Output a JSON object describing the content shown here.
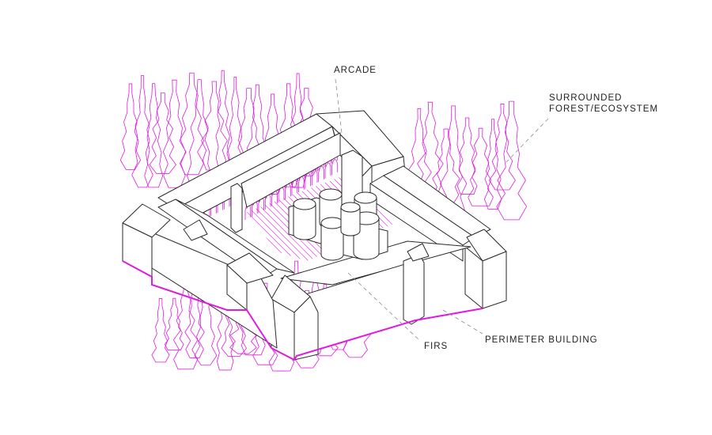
{
  "labels": {
    "arcade": "ARCADE",
    "forest_line1": "SURROUNDED",
    "forest_line2": "FOREST/ECOSYSTEM",
    "firs": "FIRS",
    "perimeter": "PERIMETER  BUILDING"
  },
  "colors": {
    "accent": "#e01be0",
    "line": "#2a2a2a",
    "leader": "#8a8a8a",
    "background": "#ffffff"
  }
}
